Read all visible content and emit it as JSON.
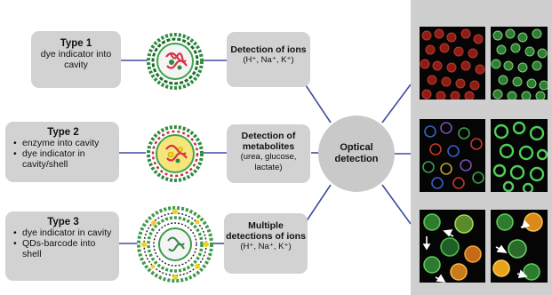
{
  "types": [
    {
      "title": "Type 1",
      "lines": [
        "dye indicator into cavity"
      ],
      "bulleted": false
    },
    {
      "title": "Type 2",
      "lines": [
        "enzyme into cavity",
        "dye indicator in cavity/shell"
      ],
      "bulleted": true
    },
    {
      "title": "Type 3",
      "lines": [
        "dye indicator in cavity",
        "QDs-barcode into shell"
      ],
      "bulleted": true
    }
  ],
  "detections": [
    {
      "title": "Detection of ions",
      "sub": "(H⁺, Na⁺, K⁺)"
    },
    {
      "title": "Detection of metabolites",
      "sub": "(urea, glucose, lactate)"
    },
    {
      "title": "Multiple detections of ions",
      "sub": "(H⁺, Na⁺, K⁺)"
    }
  ],
  "optical": "Optical detection",
  "colors": {
    "box": "#d2d2d2",
    "connector": "#3d4ea0",
    "shell_green": "#2e8b3e",
    "cavity_red": "#d9304a",
    "cavity_yellow": "#f2d21e"
  }
}
